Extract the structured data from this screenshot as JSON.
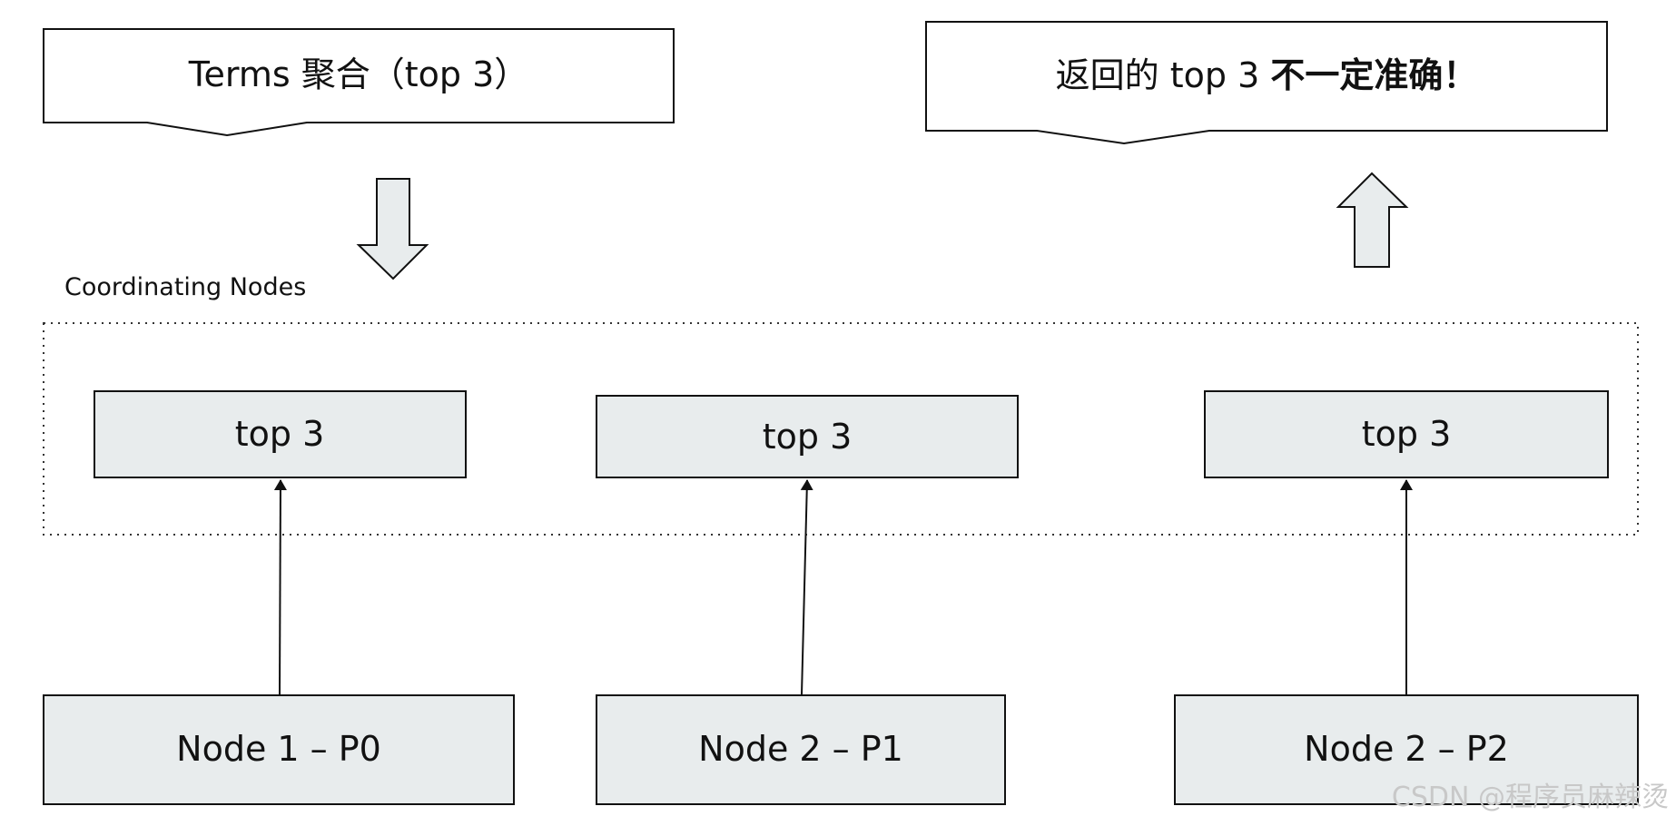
{
  "top_left_callout": {
    "label": "Terms 聚合（top 3）"
  },
  "top_right_callout": {
    "label_normal": "返回的 top 3 ",
    "label_bold": "不一定准确！"
  },
  "coordinating_group": {
    "label": "Coordinating Nodes",
    "results": [
      {
        "label": "top 3"
      },
      {
        "label": "top 3"
      },
      {
        "label": "top 3"
      }
    ]
  },
  "data_nodes": [
    {
      "label": "Node 1 – P0"
    },
    {
      "label": "Node 2 – P1"
    },
    {
      "label": "Node 2 – P2"
    }
  ],
  "watermark": "CSDN @程序员麻辣烫",
  "colors": {
    "box_fill": "#e8eced",
    "stroke": "#111111",
    "watermark": "#c8c8c8"
  }
}
